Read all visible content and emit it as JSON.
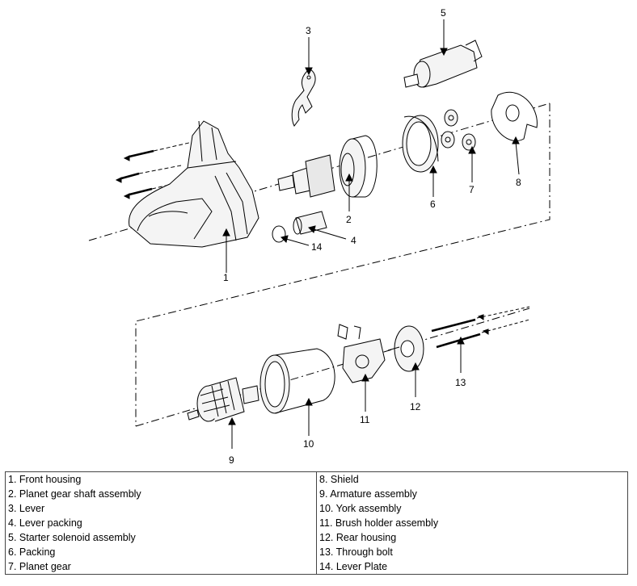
{
  "callouts": {
    "c1": "1",
    "c2": "2",
    "c3": "3",
    "c4": "4",
    "c5": "5",
    "c6": "6",
    "c7": "7",
    "c8": "8",
    "c9": "9",
    "c10": "10",
    "c11": "11",
    "c12": "12",
    "c13": "13",
    "c14": "14"
  },
  "legend": {
    "left": [
      "1. Front housing",
      "2. Planet gear shaft assembly",
      "3. Lever",
      "4. Lever packing",
      "5. Starter solenoid assembly",
      "6. Packing",
      "7. Planet gear"
    ],
    "right": [
      "8. Shield",
      "9. Armature assembly",
      "10. York assembly",
      "11. Brush holder assembly",
      "12. Rear housing",
      "13. Through bolt",
      "14. Lever Plate"
    ]
  }
}
